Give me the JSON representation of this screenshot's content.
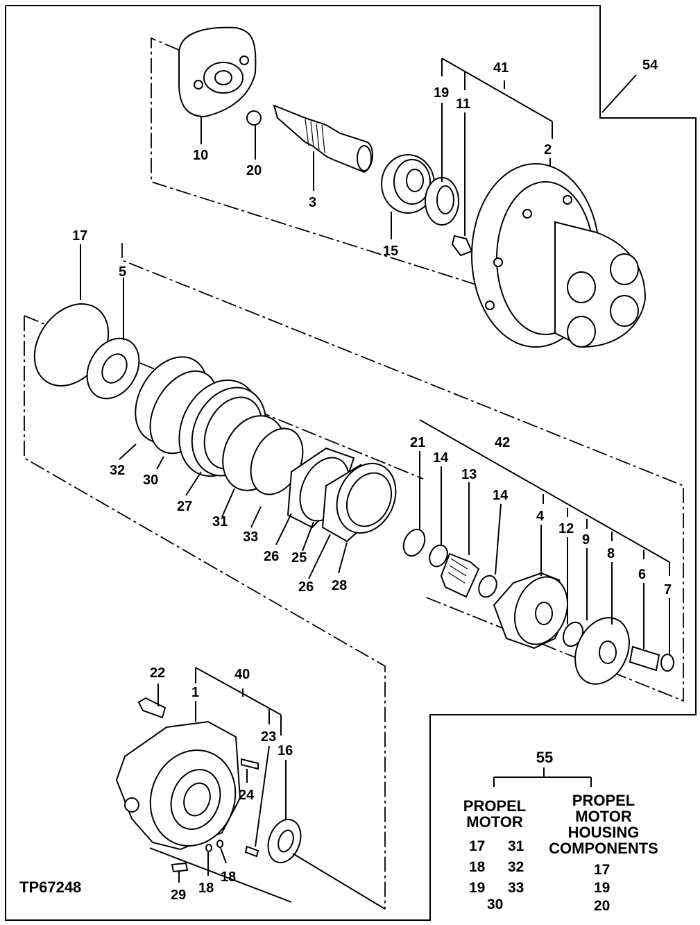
{
  "figure_id": "TP67248",
  "labels": {
    "l1": "1",
    "l2": "2",
    "l3": "3",
    "l4": "4",
    "l5": "5",
    "l6": "6",
    "l7": "7",
    "l8": "8",
    "l9": "9",
    "l10": "10",
    "l11": "11",
    "l12": "12",
    "l13": "13",
    "l14a": "14",
    "l14b": "14",
    "l15": "15",
    "l16": "16",
    "l17": "17",
    "l18a": "18",
    "l18b": "18",
    "l19": "19",
    "l20": "20",
    "l21": "21",
    "l22": "22",
    "l23": "23",
    "l24": "24",
    "l25": "25",
    "l26a": "26",
    "l26b": "26",
    "l27": "27",
    "l28": "28",
    "l29": "29",
    "l30": "30",
    "l31": "31",
    "l32": "32",
    "l33": "33",
    "l40": "40",
    "l41": "41",
    "l42": "42",
    "l54": "54"
  },
  "legend": {
    "number": "55",
    "left_heading": [
      "PROPEL",
      "MOTOR"
    ],
    "right_heading": [
      "PROPEL",
      "MOTOR",
      "HOUSING",
      "COMPONENTS"
    ],
    "left_values": [
      "17",
      "31",
      "18",
      "32",
      "19",
      "33",
      "30"
    ],
    "right_values": [
      "17",
      "19",
      "20"
    ]
  }
}
